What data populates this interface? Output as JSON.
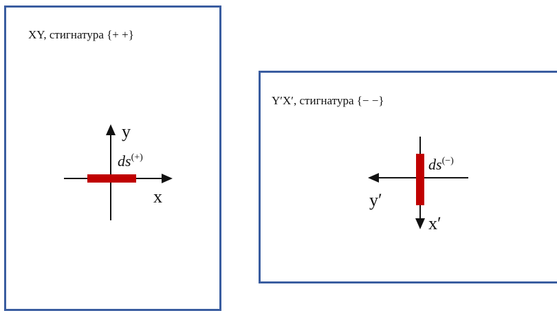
{
  "panels": {
    "left": {
      "caption": "XY, стигнатура {+ +}",
      "axis_x_label": "x",
      "axis_y_label": "y",
      "ds_base": "ds",
      "ds_sup": "(+)"
    },
    "right": {
      "caption": "Y′X′, стигнатура {− −}",
      "axis_x_label": "x′",
      "axis_y_label": "y′",
      "ds_base": "ds",
      "ds_sup": "(−)"
    }
  },
  "colors": {
    "frame": "#3a5da0",
    "segment": "#c00000",
    "axis": "#111111"
  }
}
